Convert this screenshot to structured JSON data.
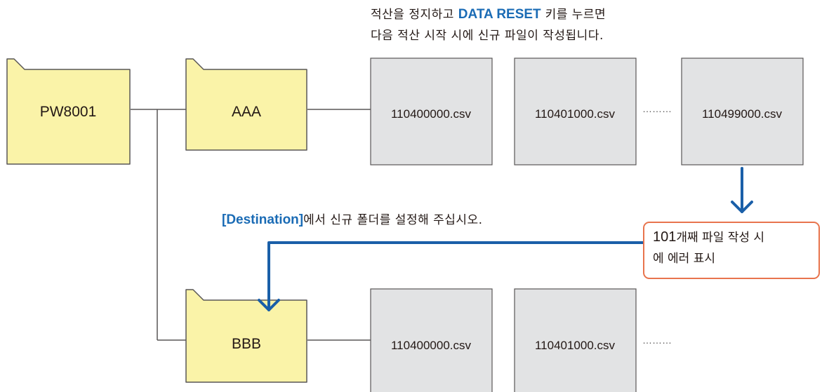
{
  "top_note": {
    "line1_before": "적산을 정지하고 ",
    "line1_keyword": "DATA RESET",
    "line1_after": " 키를 누르면",
    "line2": "다음 적산 시작 시에 신규 파일이 작성됩니다."
  },
  "destination_note": {
    "keyword": "[Destination]",
    "text": "에서 신규 폴더를 설정해 주십시오."
  },
  "error_box": {
    "number": "101",
    "line1_text": "개째 파일 작성 시",
    "line2": "에 에러 표시"
  },
  "folders": {
    "root": "PW8001",
    "first": "AAA",
    "second": "BBB"
  },
  "files_aaa": [
    "110400000.csv",
    "110401000.csv",
    "110499000.csv"
  ],
  "files_bbb": [
    "110400000.csv",
    "110401000.csv"
  ],
  "ellipsis": "………",
  "colors": {
    "folder_fill": "#faf3a8",
    "file_fill": "#e2e3e4",
    "arrow": "#1a5fa8",
    "keyword": "#1a6bb5",
    "error_border": "#e8744d",
    "line": "#595757"
  }
}
